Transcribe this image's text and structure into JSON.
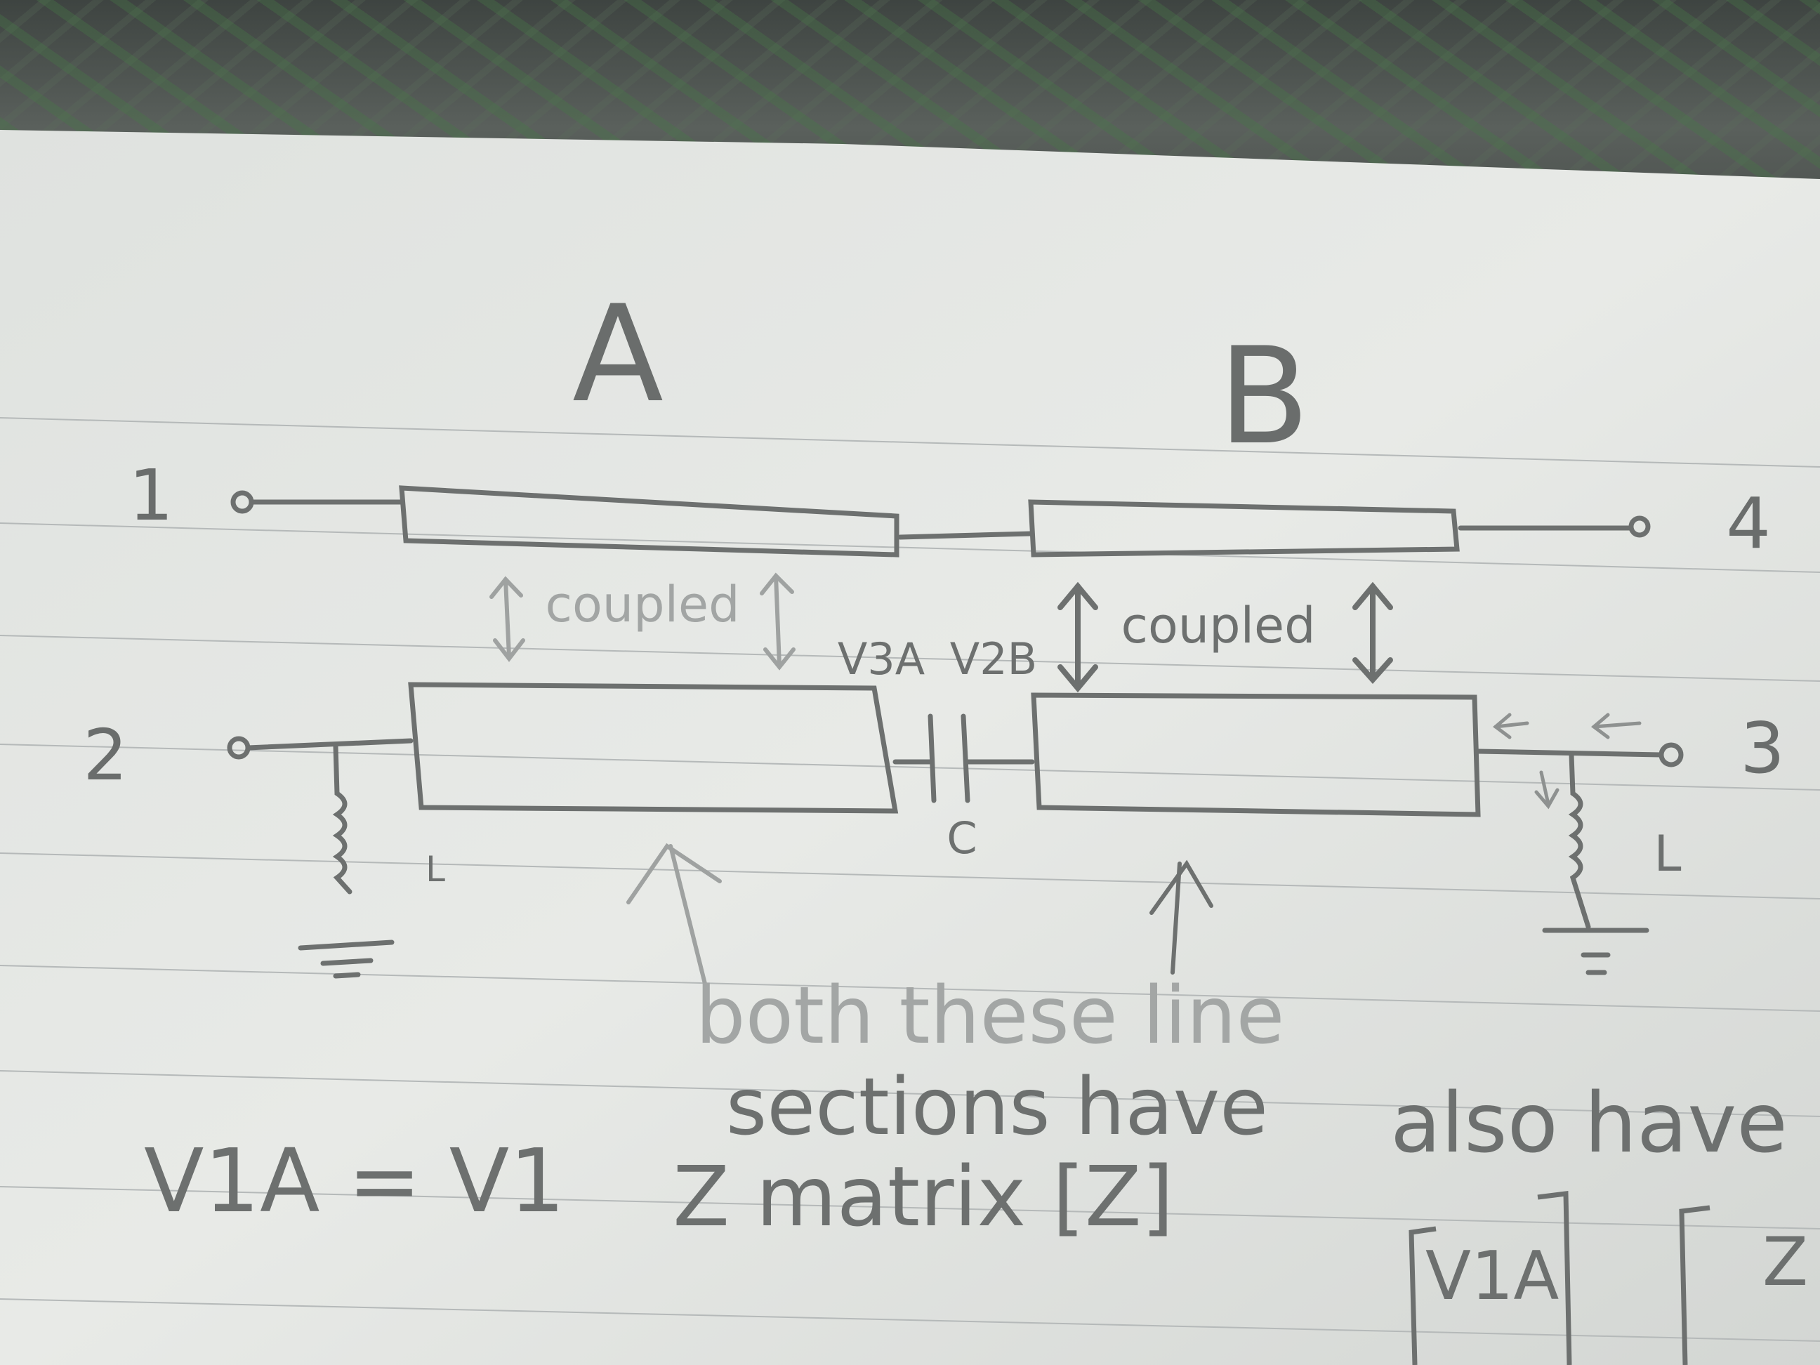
{
  "labels": {
    "section_a": "A",
    "section_b": "B",
    "port_1": "1",
    "port_2": "2",
    "port_3": "3",
    "port_4": "4",
    "coupled_a": "coupled",
    "coupled_b": "coupled",
    "v3a": "V3A",
    "v2b": "V2B",
    "capacitor": "C",
    "inductor_left": "L",
    "inductor_right": "L"
  },
  "notes": {
    "note_line1": "both these line",
    "note_line2": "sections have",
    "note_line3": "Z matrix [Z]",
    "also_have": "also have",
    "eq_v1a": "V1A = V1",
    "matrix_v1a": "V1A",
    "matrix_z": "Z"
  },
  "colors": {
    "paper": "#e6e8e5",
    "ruling": "#b8bcbc",
    "pencil": "#6a6d6c",
    "pencil_light": "#9a9d9c"
  }
}
